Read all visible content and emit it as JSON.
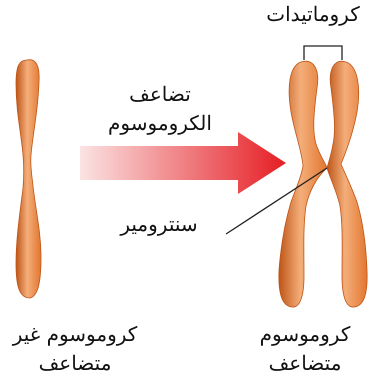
{
  "labels": {
    "chromatids": "كروماتيدات",
    "duplication_line1": "تضاعف",
    "duplication_line2": "الكروموسوم",
    "centromere": "سنترومير",
    "unduplicated_line1": "كروموسوم غير",
    "unduplicated_line2": "متضاعف",
    "duplicated_line1": "كروموسوم",
    "duplicated_line2": "متضاعف"
  },
  "colors": {
    "chromosome_fill": "#E2762F",
    "chromosome_highlight": "#F4AE7A",
    "chromosome_shadow": "#BE5517",
    "arrow_start": "#FBE3E3",
    "arrow_end": "#E51E24",
    "leader_lines": "#222222"
  }
}
